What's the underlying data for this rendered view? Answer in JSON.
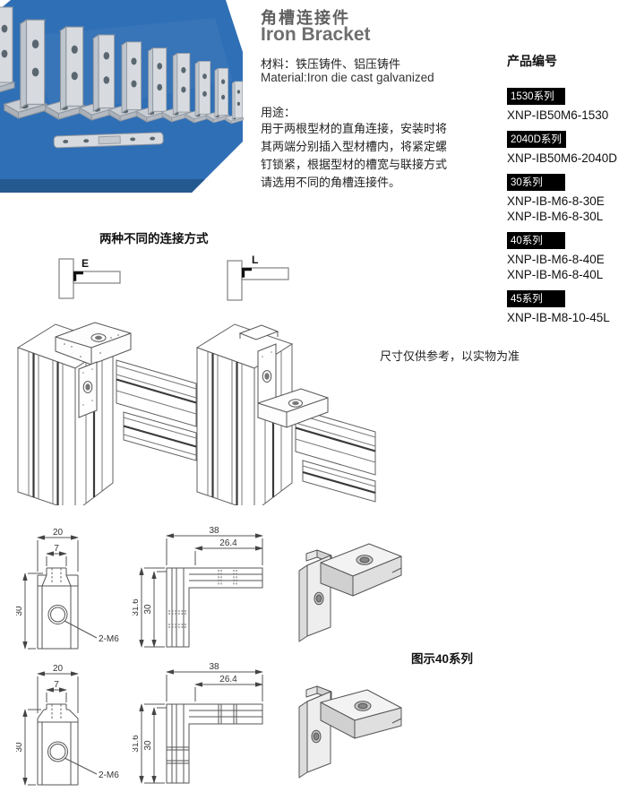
{
  "colors": {
    "photo_background": "#2f6fb6",
    "photo_background_dark": "#24598f",
    "series_tag_bg": "#000000",
    "series_tag_text": "#ffffff",
    "title_gray": "#6f6f6f",
    "line_art": "#555555"
  },
  "header": {
    "title_zh": "角槽连接件",
    "title_en": "Iron Bracket",
    "material_zh": "材料：铁压铸件、铝压铸件",
    "material_en": "Material:Iron die cast galvanized",
    "usage_label": "用途：",
    "usage_lines": [
      "用于两根型材的直角连接，安装时将",
      "其两端分别插入型材槽内，将紧定螺",
      "钉锁紧，根据型材的槽宽与联接方式",
      "请选用不同的角槽连接件。"
    ]
  },
  "product_codes": {
    "heading": "产品编号",
    "series": [
      {
        "label": "1530系列",
        "codes": [
          "XNP-IB50M6-1530"
        ]
      },
      {
        "label": "2040D系列",
        "codes": [
          "XNP-IB50M6-2040D"
        ]
      },
      {
        "label": "30系列",
        "codes": [
          "XNP-IB-M6-8-30E",
          "XNP-IB-M6-8-30L"
        ]
      },
      {
        "label": "40系列",
        "codes": [
          "XNP-IB-M6-8-40E",
          "XNP-IB-M6-8-40L"
        ]
      },
      {
        "label": "45系列",
        "codes": [
          "XNP-IB-M8-10-45L"
        ]
      }
    ]
  },
  "connection": {
    "heading": "两种不同的连接方式",
    "methods": [
      {
        "label": "E"
      },
      {
        "label": "L"
      }
    ],
    "note": "尺寸仅供参考，以实物为准"
  },
  "drawings": {
    "series_label": "图示40系列",
    "rows": [
      {
        "front": {
          "width": "20",
          "slot_width": "7",
          "height": "30",
          "hole": "2-M6"
        },
        "side": {
          "total_width": "38",
          "arm_length": "26.4",
          "total_height": "31.6",
          "inner_height": "30"
        }
      },
      {
        "front": {
          "width": "20",
          "slot_width": "7",
          "height": "30",
          "hole": "2-M6"
        },
        "side": {
          "total_width": "38",
          "arm_length": "26.4",
          "total_height": "31.6",
          "inner_height": "30"
        }
      }
    ]
  }
}
